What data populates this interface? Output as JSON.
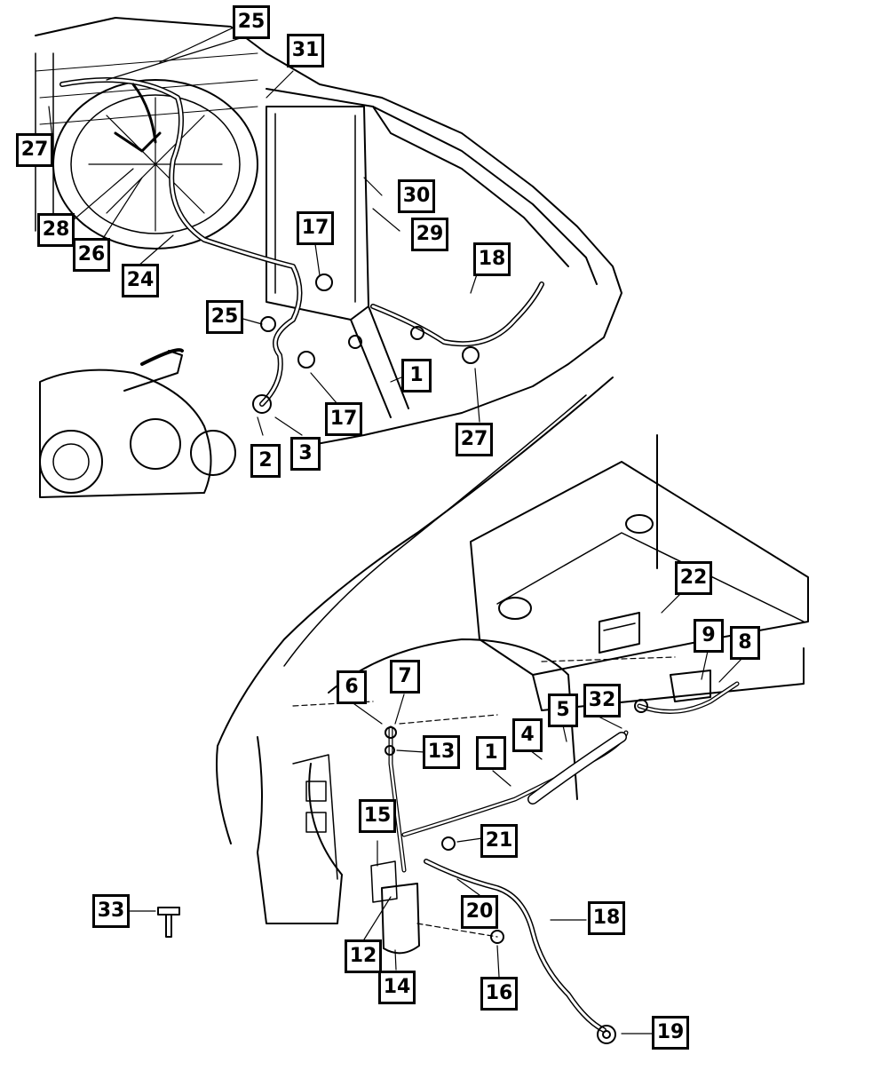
{
  "diagram": {
    "line_color": "#000000",
    "background": "#ffffff",
    "callouts": [
      {
        "id": "c25a",
        "label": "25"
      },
      {
        "id": "c31",
        "label": "31"
      },
      {
        "id": "c27a",
        "label": "27"
      },
      {
        "id": "c30",
        "label": "30"
      },
      {
        "id": "c29",
        "label": "29"
      },
      {
        "id": "c28",
        "label": "28"
      },
      {
        "id": "c26",
        "label": "26"
      },
      {
        "id": "c17a",
        "label": "17"
      },
      {
        "id": "c18a",
        "label": "18"
      },
      {
        "id": "c24",
        "label": "24"
      },
      {
        "id": "c25b",
        "label": "25"
      },
      {
        "id": "c1a",
        "label": "1"
      },
      {
        "id": "c17b",
        "label": "17"
      },
      {
        "id": "c2",
        "label": "2"
      },
      {
        "id": "c3",
        "label": "3"
      },
      {
        "id": "c27b",
        "label": "27"
      },
      {
        "id": "c22",
        "label": "22"
      },
      {
        "id": "c9",
        "label": "9"
      },
      {
        "id": "c8",
        "label": "8"
      },
      {
        "id": "c7",
        "label": "7"
      },
      {
        "id": "c6",
        "label": "6"
      },
      {
        "id": "c5",
        "label": "5"
      },
      {
        "id": "c32",
        "label": "32"
      },
      {
        "id": "c4",
        "label": "4"
      },
      {
        "id": "c13",
        "label": "13"
      },
      {
        "id": "c1b",
        "label": "1"
      },
      {
        "id": "c15",
        "label": "15"
      },
      {
        "id": "c21",
        "label": "21"
      },
      {
        "id": "c33",
        "label": "33"
      },
      {
        "id": "c20",
        "label": "20"
      },
      {
        "id": "c18b",
        "label": "18"
      },
      {
        "id": "c12",
        "label": "12"
      },
      {
        "id": "c14",
        "label": "14"
      },
      {
        "id": "c16",
        "label": "16"
      },
      {
        "id": "c19",
        "label": "19"
      }
    ]
  }
}
